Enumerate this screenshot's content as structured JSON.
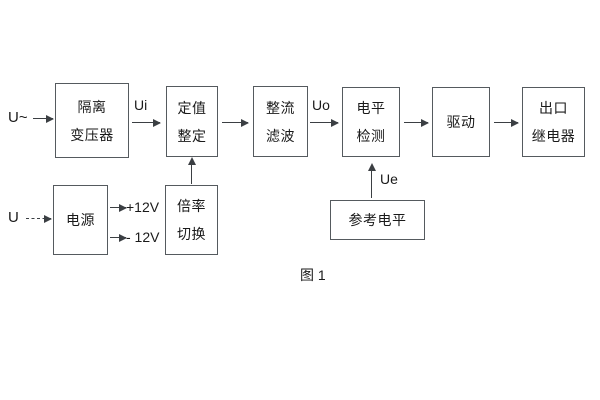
{
  "figure": {
    "caption": "图 1",
    "background_color": "#ffffff",
    "line_color": "#3b3f43",
    "box_border_color": "#555a5e",
    "text_color": "#1a1a1a"
  },
  "signal_chain": {
    "input_label": "U~",
    "blocks": [
      {
        "id": "isolation-transformer",
        "line1": "隔离",
        "line2": "变压器"
      },
      {
        "id": "setting-value",
        "line1": "定值",
        "line2": "整定"
      },
      {
        "id": "rectify-filter",
        "line1": "整流",
        "line2": "滤波"
      },
      {
        "id": "level-detect",
        "line1": "电平",
        "line2": "检测"
      },
      {
        "id": "drive",
        "line1": "驱动",
        "line2": ""
      },
      {
        "id": "output-relay",
        "line1": "出口",
        "line2": "继电器"
      }
    ],
    "signal_labels": {
      "ui": "Ui",
      "uo": "Uo",
      "ue": "Ue"
    }
  },
  "power_chain": {
    "input_label": "U",
    "power_supply": {
      "id": "power-supply",
      "line1": "电源",
      "line2": ""
    },
    "rails": [
      {
        "id": "rail-positive",
        "label": "+12V"
      },
      {
        "id": "rail-negative",
        "label": "- 12V"
      }
    ],
    "multiplier_switch": {
      "id": "multiplier-switch",
      "line1": "倍率",
      "line2": "切换"
    }
  },
  "reference": {
    "block": {
      "id": "reference-level",
      "line1": "参考电平",
      "line2": ""
    }
  }
}
